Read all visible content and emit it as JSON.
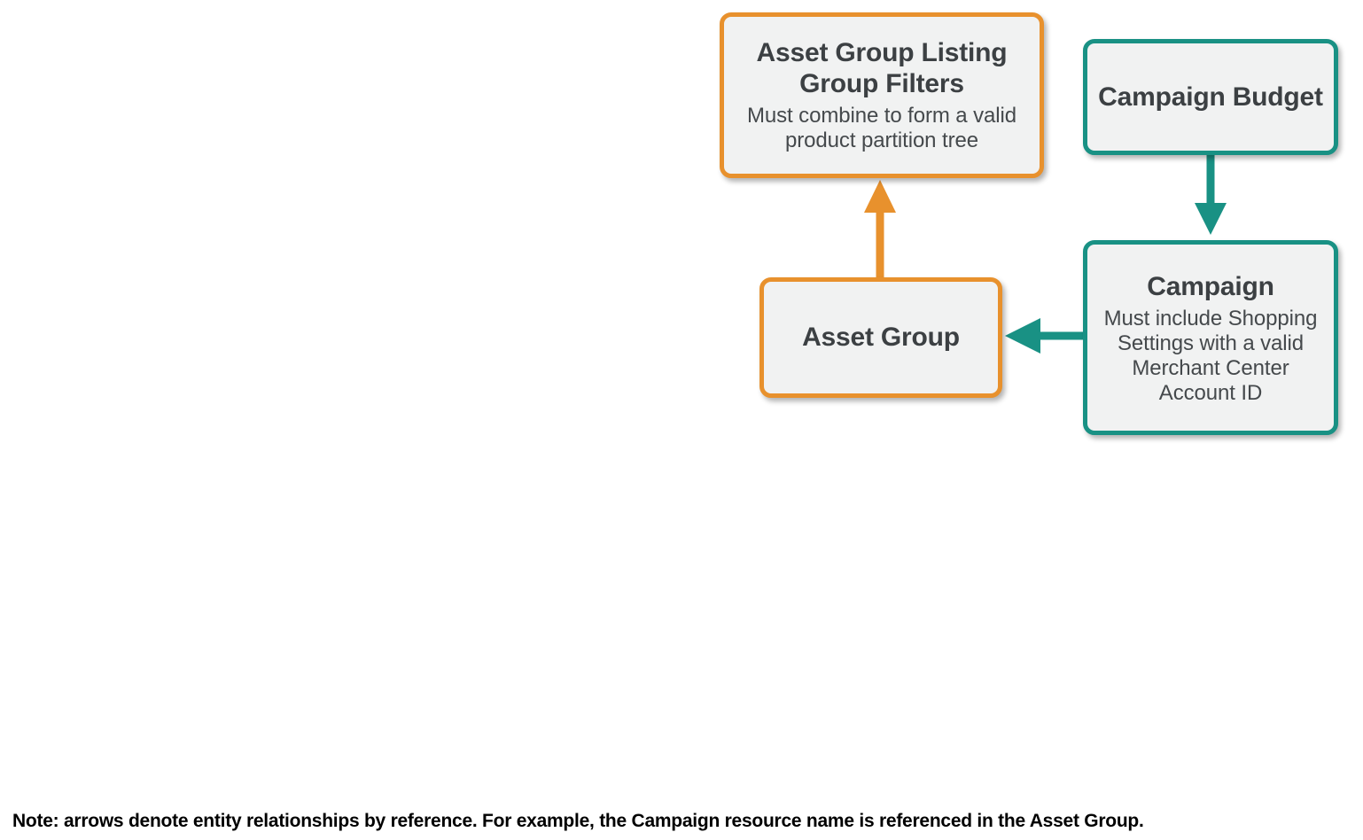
{
  "diagram": {
    "type": "entity-relationship",
    "background": "#FFFFFF",
    "palette": {
      "orange": "#E8912D",
      "teal": "#199184",
      "node_fill": "#F1F2F2",
      "title_text": "#3C4043",
      "subtitle_text": "#45494C",
      "note_text": "#000000"
    },
    "nodes": [
      {
        "id": "asset-group-listing-group-filters",
        "title": "Asset Group Listing Group Filters",
        "subtitle": "Must combine to form a valid product partition tree",
        "color": "orange"
      },
      {
        "id": "campaign-budget",
        "title": "Campaign Budget",
        "subtitle": "",
        "color": "teal"
      },
      {
        "id": "asset-group",
        "title": "Asset Group",
        "subtitle": "",
        "color": "orange"
      },
      {
        "id": "campaign",
        "title": "Campaign",
        "subtitle": "Must include Shopping Settings with a valid Merchant Center Account ID",
        "color": "teal"
      }
    ],
    "edges": [
      {
        "id": "asset-group-to-filters",
        "from": "asset-group",
        "to": "asset-group-listing-group-filters",
        "direction": "up",
        "color": "orange"
      },
      {
        "id": "campaign-budget-to-campaign",
        "from": "campaign-budget",
        "to": "campaign",
        "direction": "down",
        "color": "teal"
      },
      {
        "id": "campaign-to-asset-group",
        "from": "campaign",
        "to": "asset-group",
        "direction": "left",
        "color": "teal"
      }
    ],
    "note": "Note: arrows denote entity relationships by reference. For example, the Campaign resource name is referenced in the Asset Group."
  }
}
